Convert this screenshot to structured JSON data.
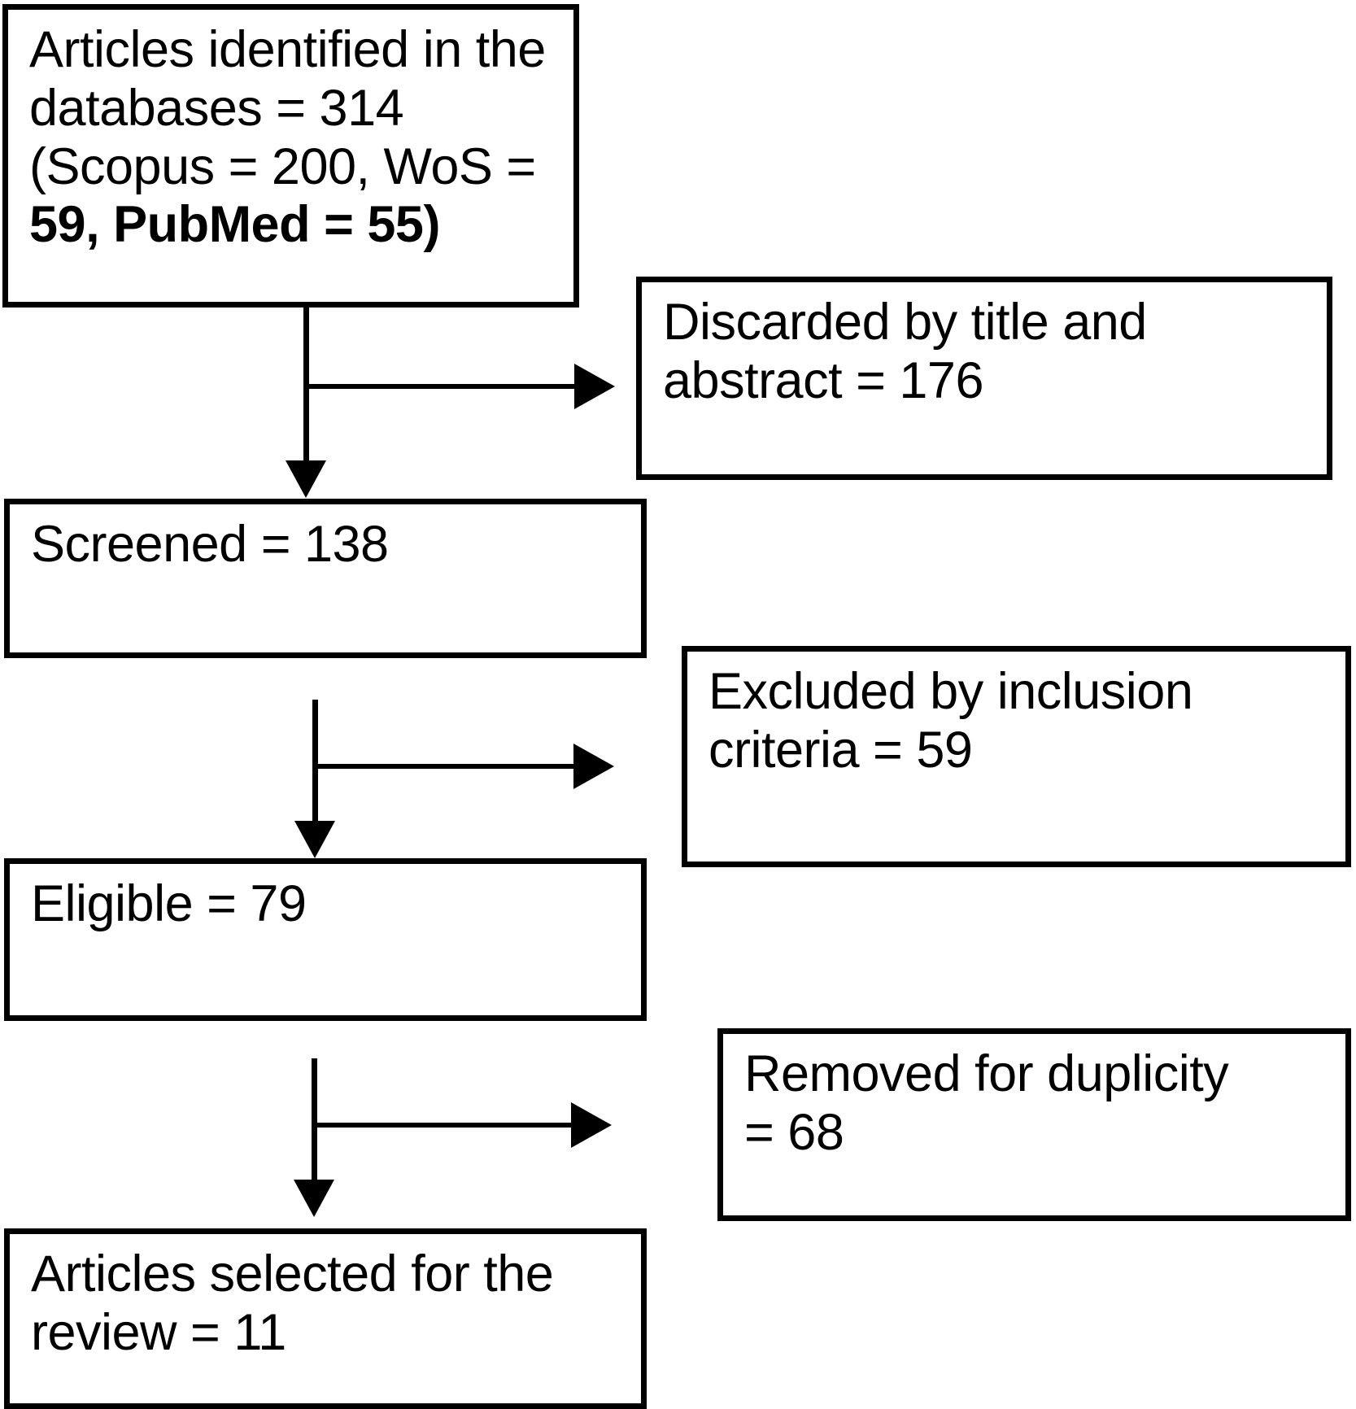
{
  "diagram": {
    "title": "PRISMA study selection flow diagram",
    "type": "flowchart",
    "orientation": "top-to-bottom",
    "colors": {
      "box_border": "#000000",
      "box_fill": "#ffffff",
      "connector": "#000000",
      "text": "#000000"
    },
    "nodes": [
      {
        "id": "identified",
        "column": "left",
        "stage": "identification",
        "label": "Articles identified in the databases = 314 (Scopus = 200, WoS = 59, PubMed = 55)",
        "line1": "Articles identified in the",
        "line2": "databases = 314",
        "line3": "(Scopus = 200, WoS =",
        "line4": "59, PubMed = 55)",
        "count": 314,
        "sources": [
          {
            "name": "Scopus",
            "count": 200
          },
          {
            "name": "WoS",
            "count": 59
          },
          {
            "name": "PubMed",
            "count": 55
          }
        ]
      },
      {
        "id": "screened",
        "column": "left",
        "stage": "screening",
        "label": "Screened = 138",
        "count": 138
      },
      {
        "id": "eligible",
        "column": "left",
        "stage": "eligibility",
        "label": "Eligible = 79",
        "count": 79
      },
      {
        "id": "selected",
        "column": "left",
        "stage": "included",
        "label": "Articles selected for the review = 11",
        "line1": "Articles selected for the",
        "line2": "review = 11",
        "count": 11
      },
      {
        "id": "discarded",
        "column": "right",
        "stage": "exclusion",
        "label": "Discarded by title and abstract = 176",
        "line1": "Discarded by title and",
        "line2": "abstract = 176",
        "count": 176
      },
      {
        "id": "excluded",
        "column": "right",
        "stage": "exclusion",
        "label": "Excluded by inclusion criteria = 59",
        "line1": "Excluded by inclusion",
        "line2": "criteria = 59",
        "count": 59
      },
      {
        "id": "removed",
        "column": "right",
        "stage": "exclusion",
        "label": "Removed for duplicity = 68",
        "line1": "Removed for duplicity",
        "line2": "= 68",
        "count": 68
      }
    ],
    "edges": [
      {
        "from": "identified",
        "to": "screened",
        "style": "solid-arrow",
        "direction": "down"
      },
      {
        "from": "identified",
        "to": "discarded",
        "style": "solid-arrow",
        "direction": "right"
      },
      {
        "from": "screened",
        "to": "eligible",
        "style": "solid-arrow",
        "direction": "down"
      },
      {
        "from": "screened",
        "to": "excluded",
        "style": "solid-arrow",
        "direction": "right"
      },
      {
        "from": "eligible",
        "to": "selected",
        "style": "solid-arrow",
        "direction": "down"
      },
      {
        "from": "eligible",
        "to": "removed",
        "style": "solid-arrow",
        "direction": "right"
      }
    ]
  }
}
